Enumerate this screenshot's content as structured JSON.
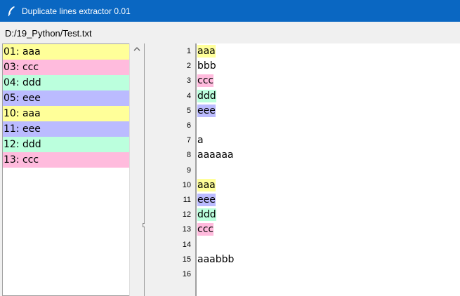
{
  "window": {
    "title": "Duplicate lines extractor 0.01",
    "icon": "feather-icon"
  },
  "path": "D:/19_Python/Test.txt",
  "colors": {
    "yellow": "#ffff99",
    "pink": "#ffbbdd",
    "green": "#bbffdd",
    "blue": "#bbbbff",
    "titlebar": "#0a67c2"
  },
  "duplicates": [
    {
      "text": "01: aaa",
      "color": "#ffff99"
    },
    {
      "text": "03: ccc",
      "color": "#ffbbdd"
    },
    {
      "text": "04: ddd",
      "color": "#bbffdd"
    },
    {
      "text": "05: eee",
      "color": "#bbbbff"
    },
    {
      "text": "10: aaa",
      "color": "#ffff99"
    },
    {
      "text": "11: eee",
      "color": "#bbbbff"
    },
    {
      "text": "12: ddd",
      "color": "#bbffdd"
    },
    {
      "text": "13: ccc",
      "color": "#ffbbdd"
    }
  ],
  "lines": [
    {
      "num": "1",
      "text": "aaa",
      "color": "#ffff99"
    },
    {
      "num": "2",
      "text": "bbb",
      "color": ""
    },
    {
      "num": "3",
      "text": "ccc",
      "color": "#ffbbdd"
    },
    {
      "num": "4",
      "text": "ddd",
      "color": "#bbffdd"
    },
    {
      "num": "5",
      "text": "eee",
      "color": "#bbbbff"
    },
    {
      "num": "6",
      "text": "",
      "color": ""
    },
    {
      "num": "7",
      "text": "a",
      "color": ""
    },
    {
      "num": "8",
      "text": "aaaaaa",
      "color": ""
    },
    {
      "num": "9",
      "text": "",
      "color": ""
    },
    {
      "num": "10",
      "text": "aaa",
      "color": "#ffff99"
    },
    {
      "num": "11",
      "text": "eee",
      "color": "#bbbbff"
    },
    {
      "num": "12",
      "text": "ddd",
      "color": "#bbffdd"
    },
    {
      "num": "13",
      "text": "ccc",
      "color": "#ffbbdd"
    },
    {
      "num": "14",
      "text": "",
      "color": ""
    },
    {
      "num": "15",
      "text": "aaabbb",
      "color": ""
    },
    {
      "num": "16",
      "text": "",
      "color": ""
    }
  ]
}
